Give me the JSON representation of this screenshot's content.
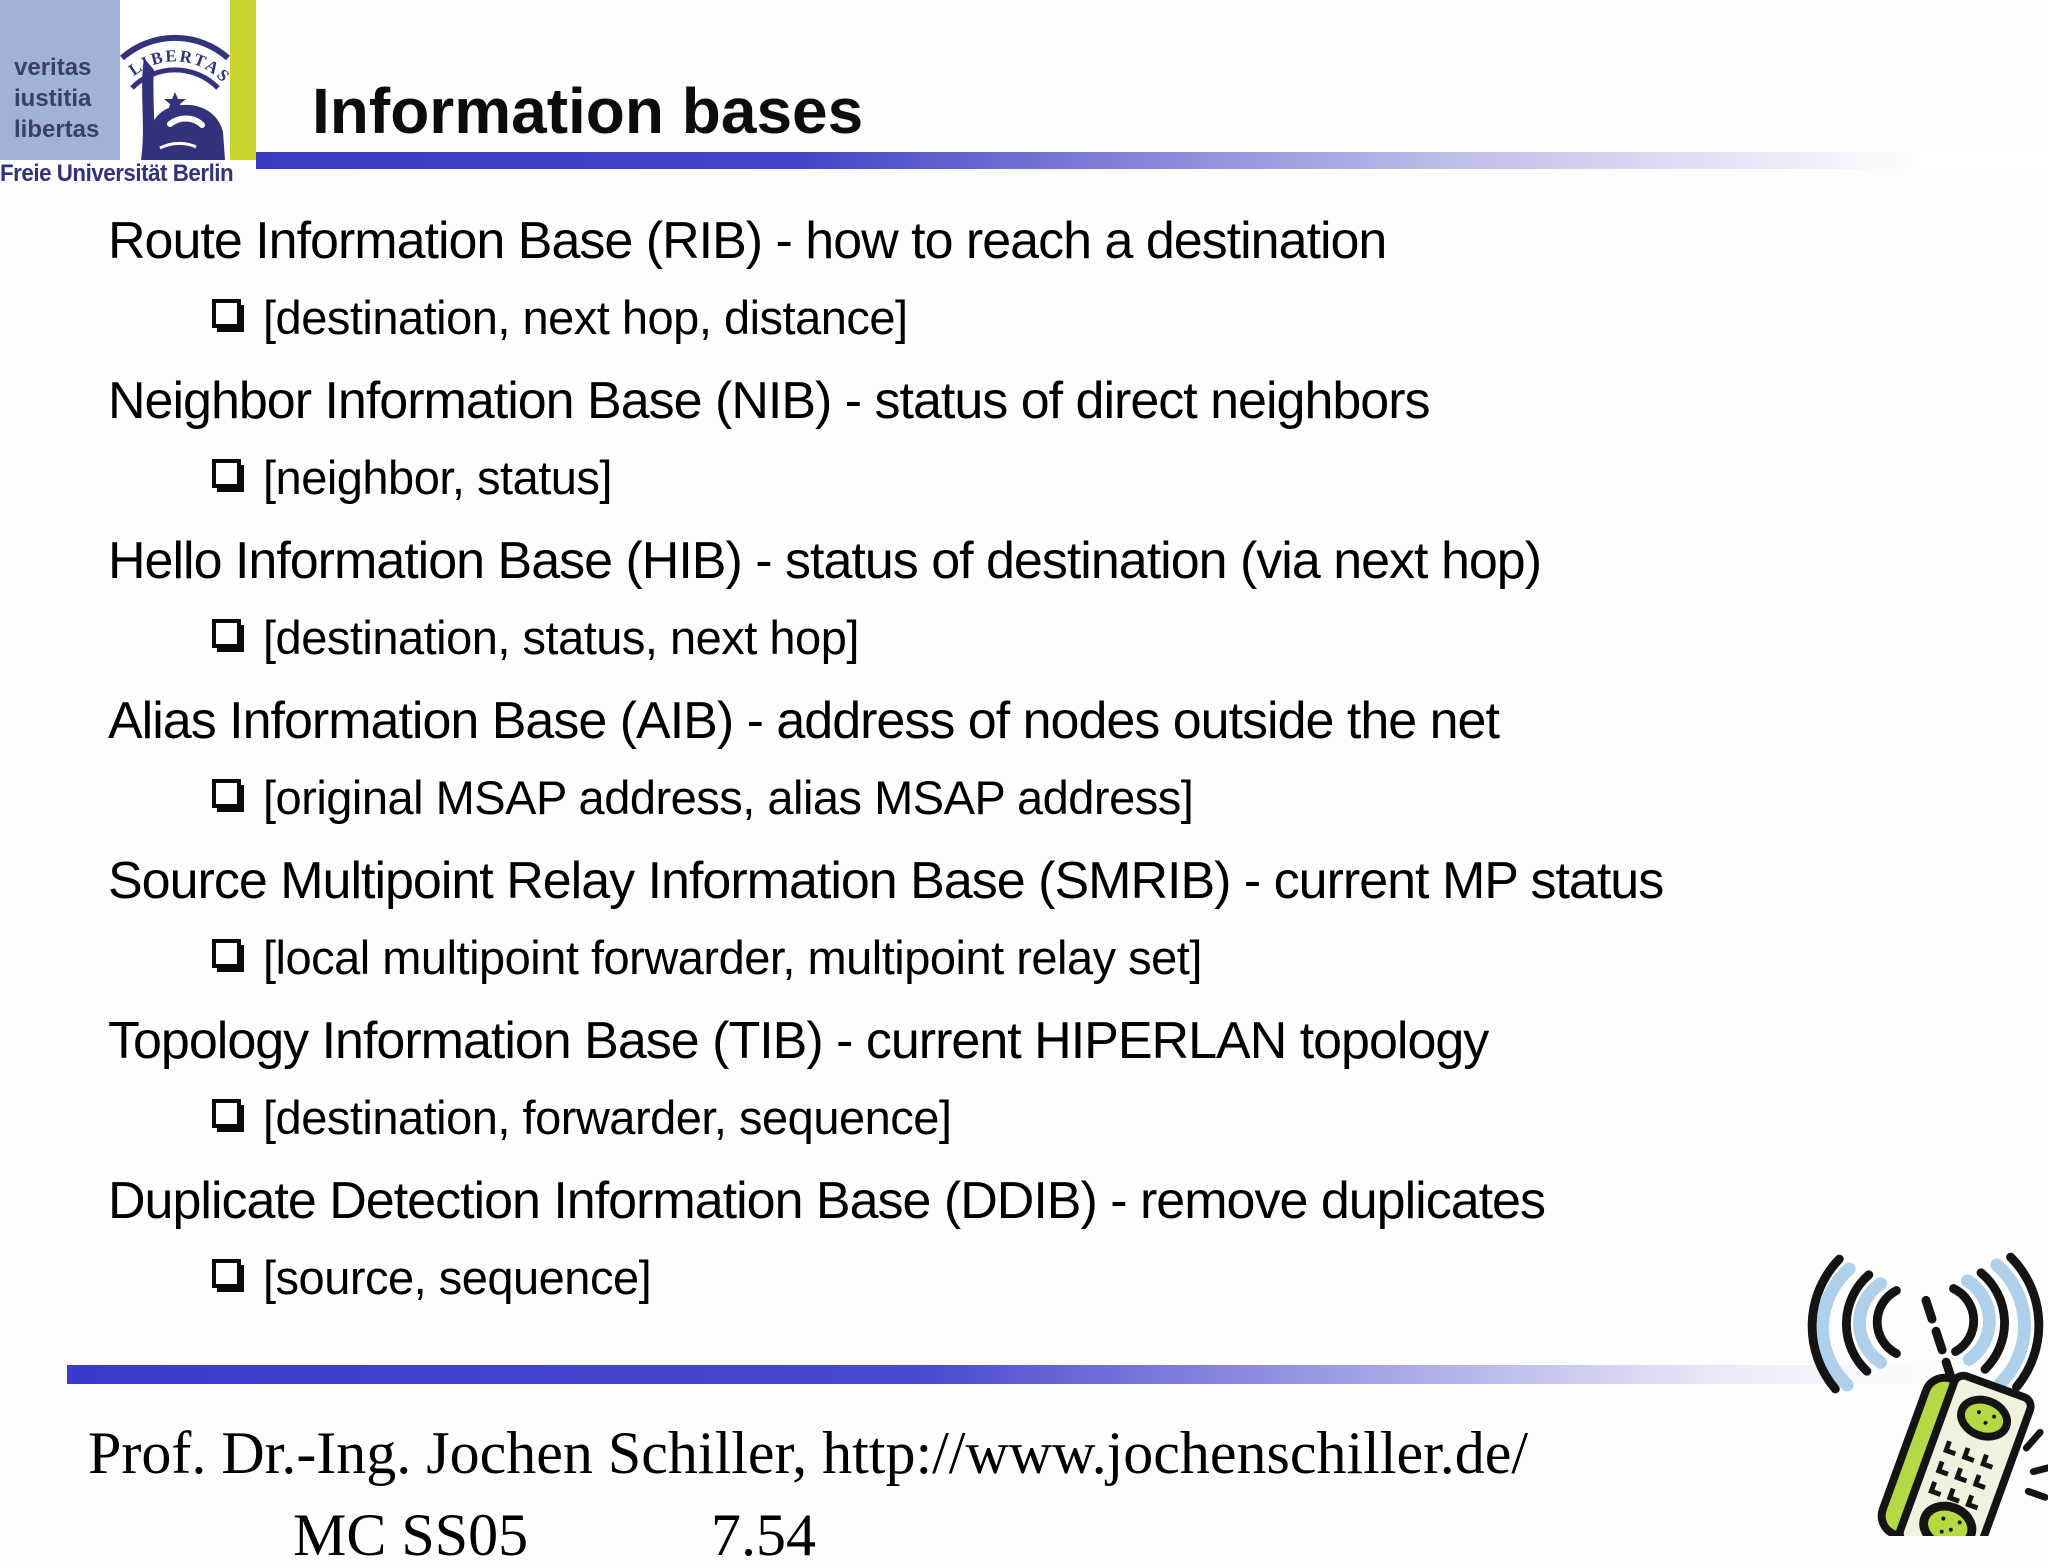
{
  "slide": {
    "title": "Information bases",
    "logo": {
      "motto": [
        "veritas",
        "iustitia",
        "libertas"
      ],
      "seal_text": "LIBERTAS",
      "university": "Freie Universität Berlin"
    },
    "bullets": [
      {
        "heading": "Route Information Base (RIB) - how to reach a destination",
        "detail": "[destination, next hop, distance]"
      },
      {
        "heading": "Neighbor Information Base (NIB) - status of direct neighbors",
        "detail": "[neighbor, status]"
      },
      {
        "heading": "Hello Information Base (HIB) - status of destination (via next hop)",
        "detail": "[destination, status, next hop]"
      },
      {
        "heading": "Alias Information Base (AIB) - address of nodes outside the net",
        "detail": "[original MSAP address, alias MSAP address]"
      },
      {
        "heading": "Source Multipoint Relay Information Base (SMRIB) - current MP status",
        "detail": "[local multipoint forwarder, multipoint relay set]"
      },
      {
        "heading": "Topology Information Base (TIB) - current HIPERLAN topology",
        "detail": "[destination, forwarder, sequence]"
      },
      {
        "heading": "Duplicate Detection Information Base (DDIB) - remove duplicates",
        "detail": "[source, sequence]"
      }
    ],
    "footer": {
      "author_line": "Prof. Dr.-Ing. Jochen Schiller, http://www.jochenschiller.de/",
      "course": "MC SS05",
      "slide_number": "7.54"
    },
    "colors": {
      "accent_blue": "#3b3bc4",
      "logo_light_blue": "#a2b1d6",
      "logo_navy": "#32327d",
      "logo_yellow_green": "#c9d52e",
      "clipart_green": "#b5d944",
      "clipart_light_blue": "#aed0ea"
    }
  }
}
